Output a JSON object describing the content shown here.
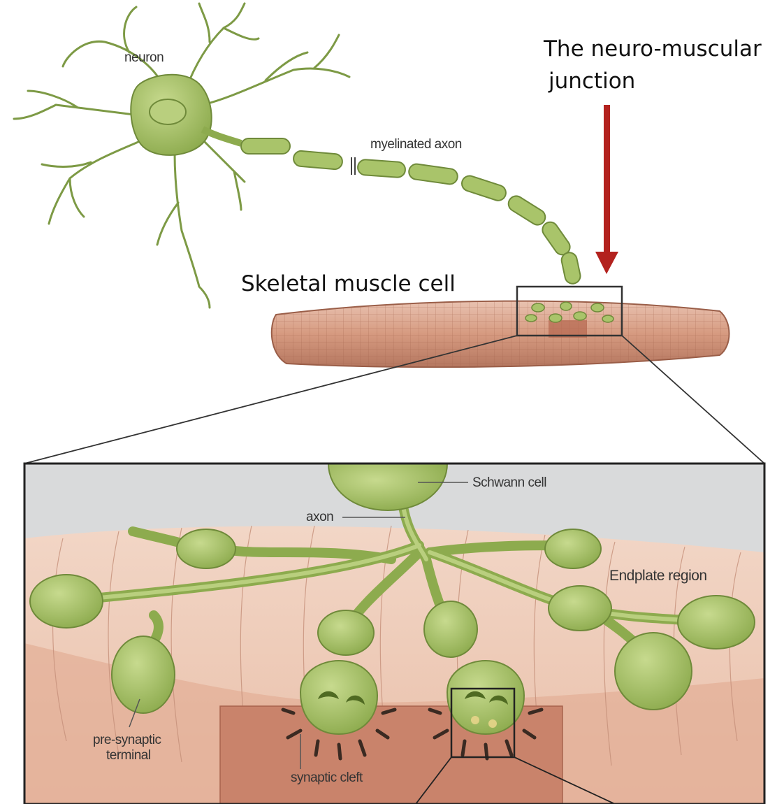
{
  "labels": {
    "neuron": "neuron",
    "myelinated_axon": "myelinated axon",
    "junction_line1": "The neuro-muscular",
    "junction_line2": "junction",
    "skeletal_muscle_cell": "Skeletal muscle cell",
    "schwann_cell": "Schwann cell",
    "axon": "axon",
    "endplate_region": "Endplate region",
    "presynaptic_line1": "pre-synaptic",
    "presynaptic_line2": "terminal",
    "synaptic_cleft": "synaptic cleft"
  },
  "colors": {
    "neuron_green": "#a9c46a",
    "neuron_outline": "#6f8a3a",
    "muscle_pink": "#e7b9a5",
    "muscle_dark": "#c98a72",
    "arrow_red": "#b3221e",
    "inset_sky": "#d9dadb"
  }
}
